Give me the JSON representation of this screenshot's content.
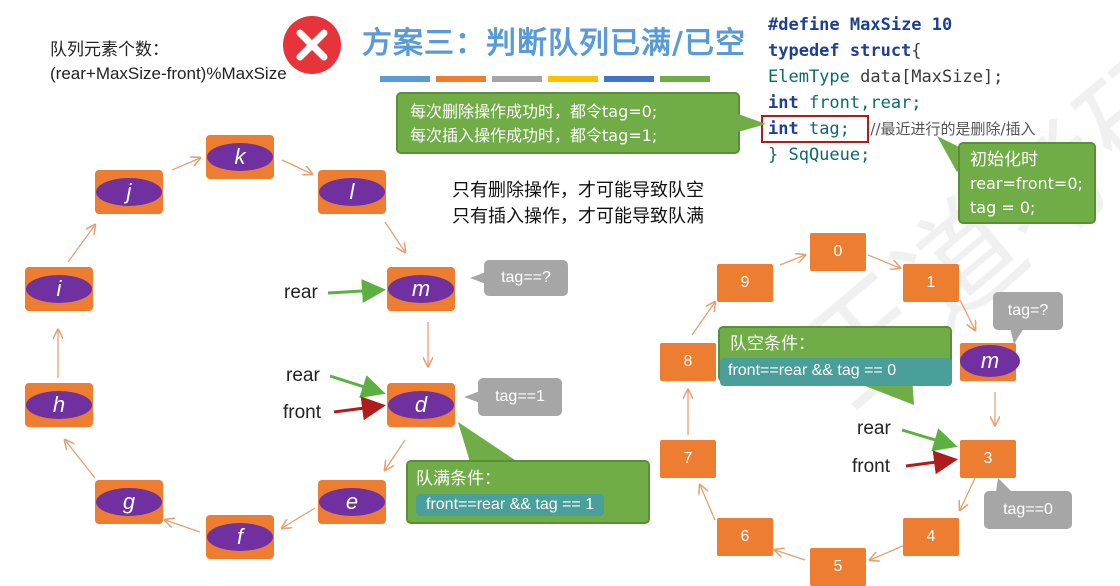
{
  "title": "方案三：判断队列已满/已空",
  "formula": {
    "line1": "队列元素个数：",
    "line2": "(rear+MaxSize-front)%MaxSize"
  },
  "colorbar": [
    "#5b9bd5",
    "#ed7d31",
    "#a5a5a5",
    "#ffc000",
    "#4472c4",
    "#70ad47"
  ],
  "code": {
    "line1_kw": "#define",
    "line1_rest": " MaxSize 10",
    "line2_kw": "typedef struct",
    "line2_rest": "{",
    "line3_ty": "ElemType",
    "line3_rest": " data[MaxSize];",
    "line4_kw": "int",
    "line4_rest": " front,rear;",
    "line5_kw": "int",
    "line5_rest": " tag;",
    "line5_comment": "//最近进行的是删除/插入",
    "line6": "} SqQueue;"
  },
  "bubble_ops": {
    "line1": "每次删除操作成功时，都令tag=0;",
    "line2": "每次插入操作成功时，都令tag=1;"
  },
  "bubble_init": {
    "line1": "初始化时",
    "line2": "rear=front=0;",
    "line3": "tag = 0;"
  },
  "note": {
    "line1": "只有删除操作，才可能导致队空",
    "line2": "只有插入操作，才可能导致队满"
  },
  "left_ring": {
    "nodes": [
      "k",
      "l",
      "m",
      "d",
      "e",
      "f",
      "g",
      "h",
      "i",
      "j"
    ],
    "rear_label_top": "rear",
    "rear_label": "rear",
    "front_label": "front",
    "tag_q": "tag==?",
    "tag_1": "tag==1",
    "full_title": "队满条件：",
    "full_cond": "front==rear && tag == 1"
  },
  "right_ring": {
    "nodes": [
      "0",
      "1",
      "m",
      "3",
      "4",
      "5",
      "6",
      "7",
      "8",
      "9"
    ],
    "rear_label": "rear",
    "front_label": "front",
    "tag_q": "tag=?",
    "tag_0": "tag==0",
    "empty_title": "队空条件：",
    "empty_cond": "front==rear && tag == 0"
  }
}
